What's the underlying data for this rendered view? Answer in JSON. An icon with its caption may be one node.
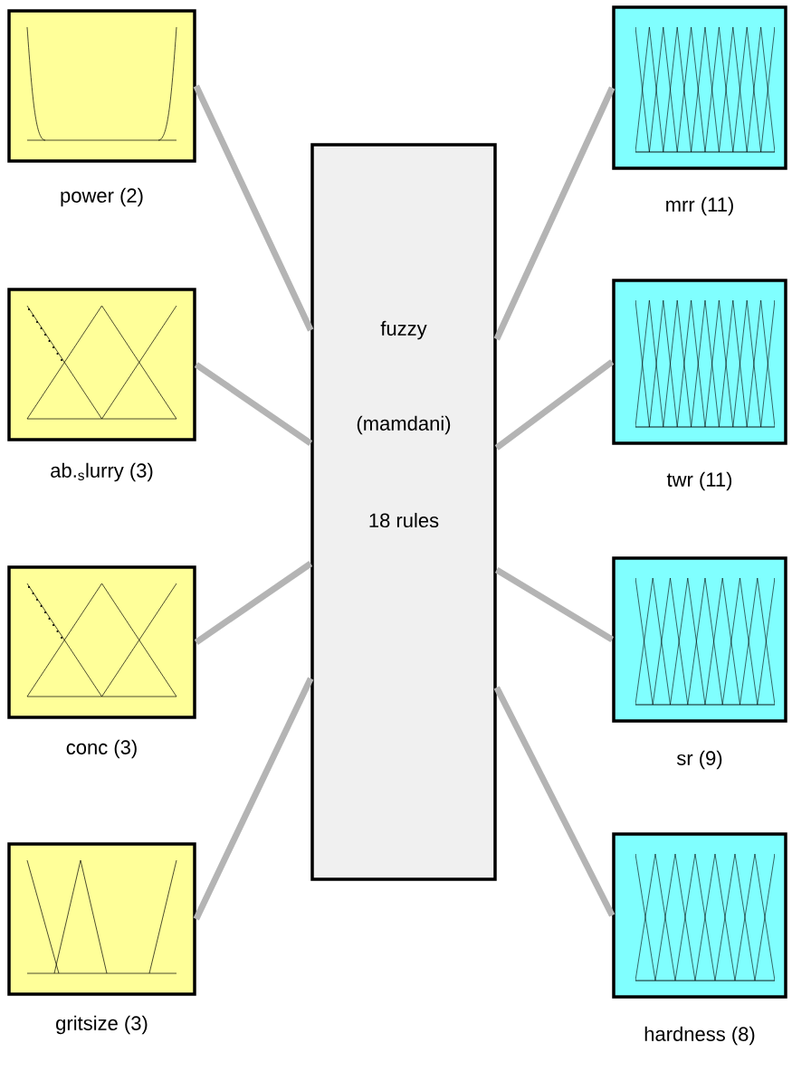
{
  "diagram": {
    "nodes": [
      {
        "text": [
          "power (2)"
        ]
      },
      {
        "text": [
          "ab.$_{s}$lurry (3)"
        ]
      },
      {
        "text": [
          "conc (3)"
        ]
      },
      {
        "text": [
          "gritsize (3)"
        ]
      },
      {
        "text": [
          "fuzzy",
          "(mamdani)",
          "18 rules"
        ]
      },
      {
        "text": [
          "mrr (11)"
        ]
      },
      {
        "text": [
          "twr (11)"
        ]
      },
      {
        "text": [
          "sr (9)"
        ]
      },
      {
        "text": [
          "hardness (8)"
        ]
      }
    ],
    "edges": [
      {
        "from": 0,
        "to": 4,
        "arrow": "none"
      },
      {
        "from": 1,
        "to": 4,
        "arrow": "none"
      },
      {
        "from": 2,
        "to": 4,
        "arrow": "none"
      },
      {
        "from": 3,
        "to": 4,
        "arrow": "none"
      },
      {
        "from": 4,
        "to": 5,
        "arrow": "none"
      },
      {
        "from": 4,
        "to": 6,
        "arrow": "none"
      },
      {
        "from": 4,
        "to": 7,
        "arrow": "none"
      },
      {
        "from": 4,
        "to": 8,
        "arrow": "none"
      }
    ]
  }
}
